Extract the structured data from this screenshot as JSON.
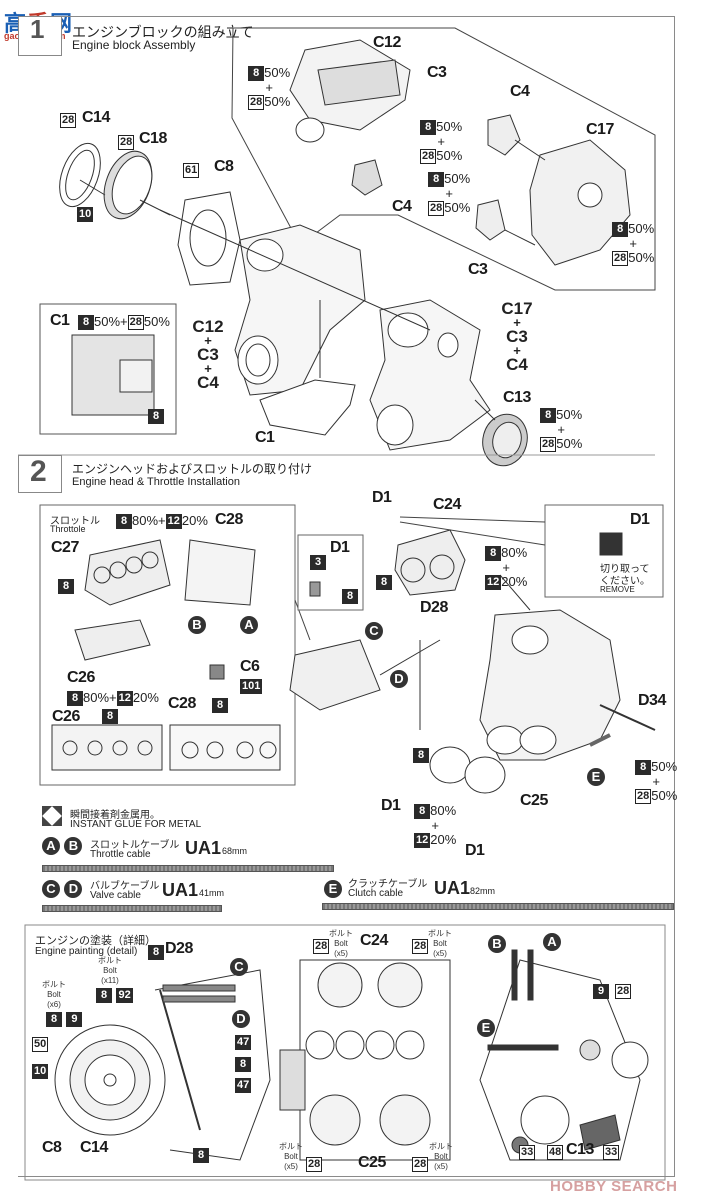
{
  "watermark_top": {
    "chars": [
      "高",
      "手",
      "网"
    ],
    "url_text": "gao-shou.com"
  },
  "watermark_bottom": {
    "text": "HOBBY SEARCH",
    "color": "#d33"
  },
  "step1": {
    "number": "1",
    "title_jp": "エンジンブロックの組み立て",
    "title_en": "Engine block Assembly",
    "labels": {
      "c14": "C14",
      "c18": "C18",
      "c8": "C8",
      "c12_top": "C12",
      "c3_top": "C3",
      "c4_mid": "C4",
      "c4_right": "C4",
      "c17": "C17",
      "c3_right": "C3",
      "c12_combo": [
        "C12",
        "+",
        "C3",
        "+",
        "C4"
      ],
      "c17_combo": [
        "C17",
        "+",
        "C3",
        "+",
        "C4"
      ],
      "c13": "C13",
      "c1": "C1"
    },
    "color_codes": {
      "c14": "28",
      "c18": "28",
      "c18_inner": "10",
      "c8": "61"
    },
    "mix_50_50": {
      "a_code": "8",
      "a_pct": "50%",
      "plus": "+",
      "b_code": "28",
      "b_pct": "50%"
    },
    "c1_inset": {
      "title": "C1",
      "mix": {
        "a_code": "8",
        "a_pct": "50%",
        "plus": "+",
        "b_code": "28",
        "b_pct": "50%"
      },
      "code": "8"
    }
  },
  "step2": {
    "number": "2",
    "title_jp": "エンジンヘッドおよびスロットルの取り付け",
    "title_en": "Engine head & Throttle Installation",
    "throttle_inset": {
      "title_jp": "スロットル",
      "title_en": "Throttole",
      "mix_80_20": {
        "a_code": "8",
        "a_pct": "80%",
        "plus": "+",
        "b_code": "12",
        "b_pct": "20%"
      },
      "labels": {
        "c27": "C27",
        "c28": "C28",
        "c26": "C26",
        "c6": "C6",
        "c26_b": "C26",
        "c28_b": "C28"
      },
      "codes": {
        "c27": "8",
        "c6": "101",
        "c26_b": "8",
        "c28_b": "8"
      },
      "cable_letters": [
        "B",
        "A"
      ]
    },
    "d1_inset": {
      "title": "D1",
      "codes": [
        "3",
        "8"
      ]
    },
    "d1_remove": {
      "title": "D1",
      "jp": "切り取って\nください。",
      "jp_line1": "切り取って",
      "jp_line2": "ください。",
      "en": "REMOVE"
    },
    "labels": {
      "d1_a": "D1",
      "c24": "C24",
      "d28": "D28",
      "d34": "D34",
      "c25": "C25",
      "d1_b": "D1",
      "d1_c": "D1"
    },
    "cable_letters": {
      "c": "C",
      "d": "D",
      "e": "E"
    },
    "mix_80_20": {
      "a_code": "8",
      "a_pct": "80%",
      "plus": "+",
      "b_code": "12",
      "b_pct": "20%"
    },
    "mix_50_50": {
      "a_code": "8",
      "a_pct": "50%",
      "plus": "+",
      "b_code": "28",
      "b_pct": "50%"
    },
    "code_8": "8"
  },
  "glue_note": {
    "jp": "瞬間接着剤金属用。",
    "en": "INSTANT GLUE FOR METAL"
  },
  "cables": [
    {
      "letters": [
        "A",
        "B"
      ],
      "jp": "スロットルケーブル",
      "en": "Throttle cable",
      "part": "UA1",
      "length": "68mm"
    },
    {
      "letters": [
        "C",
        "D"
      ],
      "jp": "バルブケーブル",
      "en": "Valve cable",
      "part": "UA1",
      "length": "41mm"
    },
    {
      "letters": [
        "E"
      ],
      "jp": "クラッチケーブル",
      "en": "Clutch cable",
      "part": "UA1",
      "length": "82mm"
    }
  ],
  "painting_detail": {
    "title_jp": "エンジンの塗装（詳細）",
    "title_en": "Engine painting (detail)",
    "left": {
      "bolt_jp": "ボルト",
      "bolt_en": "Bolt",
      "bolt_x6": "(x6)",
      "bolt_x11": "(x11)",
      "codes": {
        "d28": "8",
        "bolt11_a": "8",
        "bolt11_b": "92",
        "bolt6_a": "8",
        "bolt6_b": "9",
        "c50": "50",
        "c10": "10",
        "r47a": "47",
        "r8": "8",
        "r47b": "47",
        "bottom8": "8"
      },
      "labels": {
        "d28": "D28",
        "c8": "C8",
        "c14": "C14"
      },
      "letters": [
        "C",
        "D"
      ]
    },
    "middle": {
      "bolt_jp": "ボルト",
      "bolt_en": "Bolt",
      "count": "(x5)",
      "code": "28",
      "labels": {
        "c24": "C24",
        "c25": "C25"
      }
    },
    "right": {
      "letters": [
        "B",
        "A",
        "E"
      ],
      "codes": {
        "a": "9",
        "b": "28",
        "c": "33",
        "d": "48",
        "e": "33"
      },
      "labels": {
        "c13": "C13"
      }
    }
  }
}
